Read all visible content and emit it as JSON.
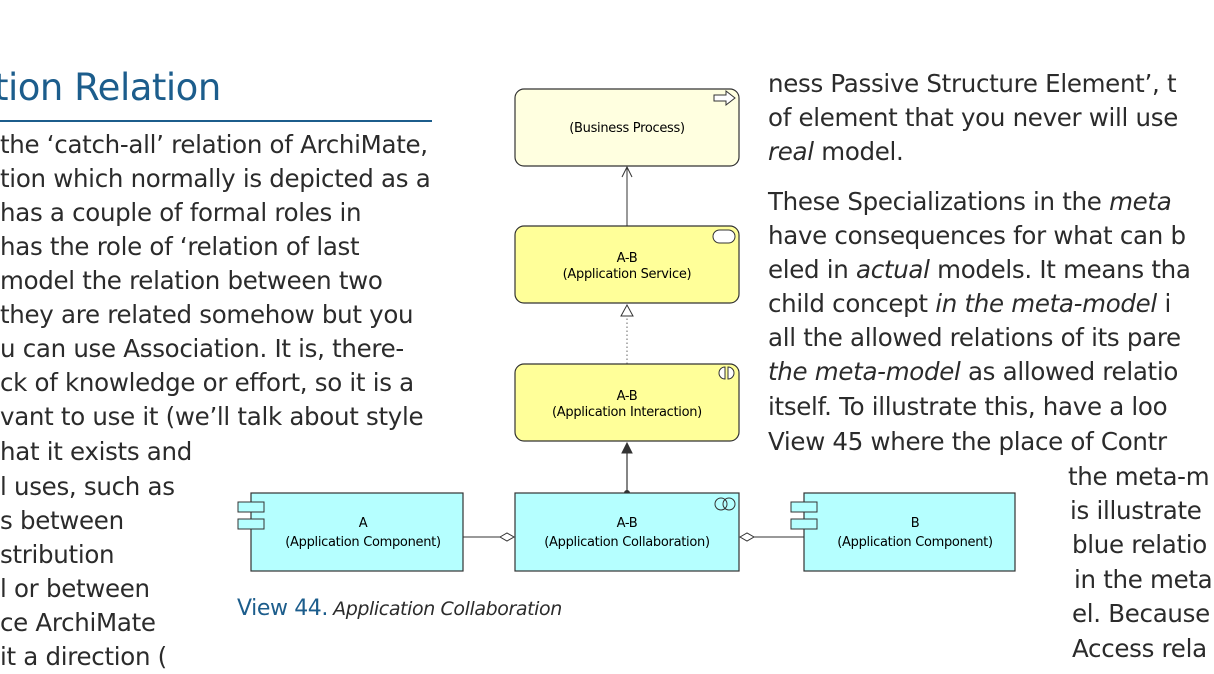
{
  "heading": "tion Relation",
  "left_text": [
    "the ‘catch-all’ relation of ArchiMate,",
    "tion which normally is depicted as a",
    "has a couple of formal roles in",
    "has the role of ‘relation of last",
    "model the relation between two",
    "they are related somehow but you",
    "u can use Association. It is, there-",
    "ck of knowledge or effort, so it is a",
    "vant to use it (we’ll talk about style",
    "hat it exists and",
    "l uses, such as",
    "s between",
    "stribution",
    "l or between",
    "ce ArchiMate",
    " it a direction ("
  ],
  "right_text": {
    "p1_line1": "ness Passive Structure Element’, t",
    "p1_line2": "of element that you never will use",
    "p1_line3_em": "real",
    "p1_line3_rest": " model.",
    "p2_line1_a": "These Specializations in the ",
    "p2_line1_em": "meta",
    "p2_line2": "have consequences for what can b",
    "p2_line3_a": "eled in ",
    "p2_line3_em": "actual",
    "p2_line3_b": " models. It means tha",
    "p2_line4_a": "child concept ",
    "p2_line4_em": "in the meta-model",
    "p2_line4_b": " i",
    "p2_line5": "all the allowed relations of its pare",
    "p2_line6_em": "the meta-model",
    "p2_line6_b": " as allowed relatio",
    "p2_line7": "itself. To illustrate this, have a loo",
    "p2_line8": "View 45 where the place of Contr",
    "p2_line9": "the meta-m",
    "p2_line10": "is illustrate",
    "p2_line11": "blue relatio",
    "p2_line12": "in the meta",
    "p2_line13": "el. Because",
    "p2_line14": "Access rela"
  },
  "diagram": {
    "business_process": {
      "label": "(Business Process)"
    },
    "application_service": {
      "name": "A-B",
      "label": "(Application Service)"
    },
    "application_interaction": {
      "name": "A-B",
      "label": "(Application Interaction)"
    },
    "collaboration": {
      "name": "A-B",
      "label": "(Application Collaboration)"
    },
    "component_a": {
      "name": "A",
      "label": "(Application Component)"
    },
    "component_b": {
      "name": "B",
      "label": "(Application Component)"
    },
    "colors": {
      "business": "#ffffe0",
      "application_service": "#ffff99",
      "application_component": "#b5ffff",
      "stroke": "#333333",
      "accent": "#1c5d8c"
    }
  },
  "caption": {
    "number": "View 44.",
    "text": "Application Collaboration"
  }
}
